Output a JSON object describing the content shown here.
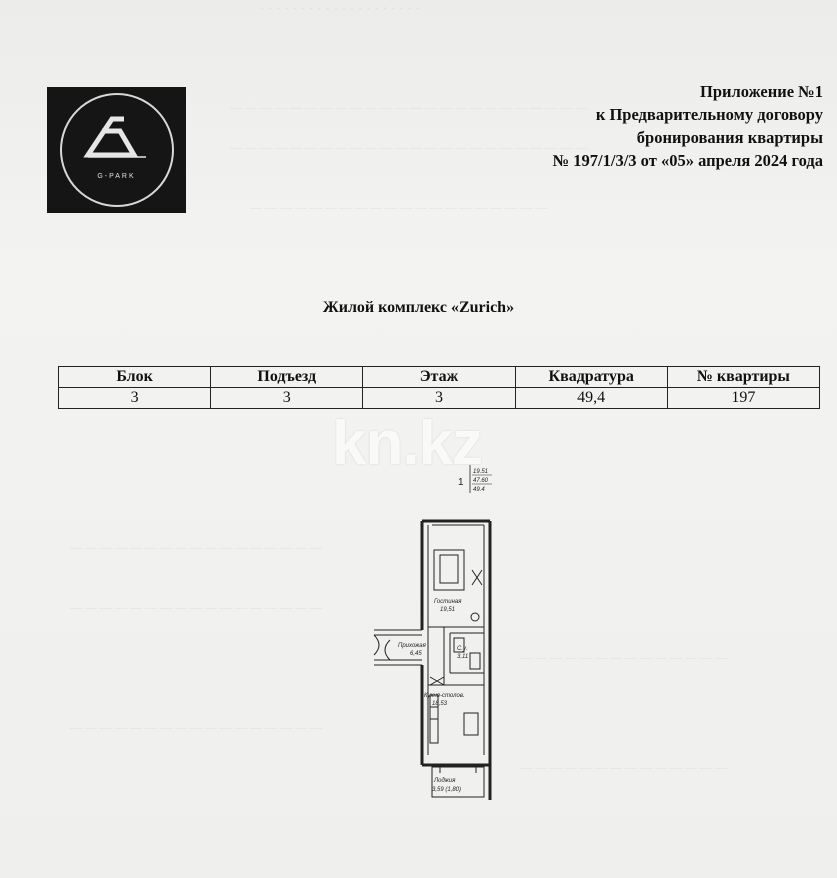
{
  "logo": {
    "text": "G-PARK"
  },
  "header": {
    "lines": [
      "Приложение №1",
      "к Предварительному договору",
      "бронирования квартиры",
      "№ 197/1/3/3 от «05» апреля 2024 года"
    ]
  },
  "complex_title": "Жилой комплекс «Zurich»",
  "table": {
    "headers": [
      "Блок",
      "Подъезд",
      "Этаж",
      "Квадратура",
      "№ квартиры"
    ],
    "row": [
      "3",
      "3",
      "3",
      "49,4",
      "197"
    ]
  },
  "watermark": "kn.kz",
  "plan": {
    "apartment_index": "1",
    "areas": [
      "19.51",
      "47.60",
      "49.4"
    ],
    "rooms": {
      "living": {
        "name": "Гостиная",
        "area": "19,51"
      },
      "hall": {
        "name": "Прихожая",
        "area": "6,45"
      },
      "bathroom": {
        "name": "С.у.",
        "area": "3,11"
      },
      "kitchen": {
        "name": "Кухня-столов.",
        "area": "18,53"
      },
      "loggia": {
        "name": "Лоджия",
        "area": "3,59 (1,80)"
      }
    }
  }
}
